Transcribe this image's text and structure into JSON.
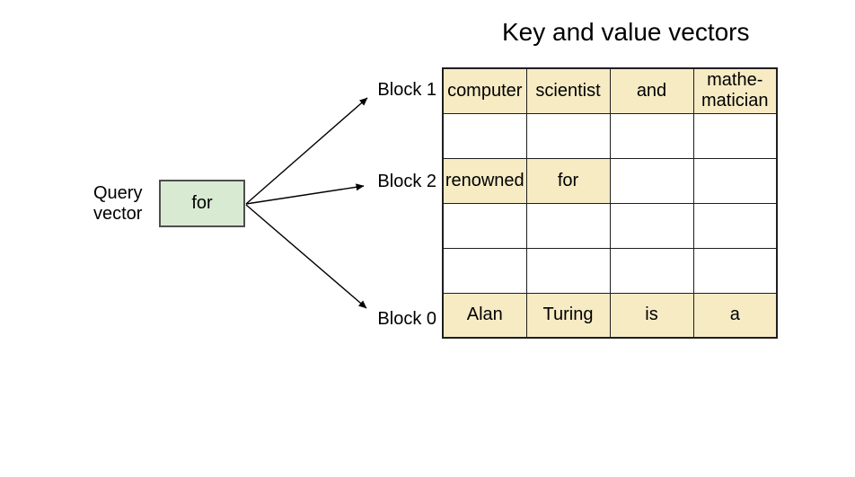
{
  "title": "Key and value vectors",
  "query_vector": {
    "label_lines": [
      "Query",
      "vector"
    ],
    "box_text": "for"
  },
  "block_labels": [
    "Block 1",
    "Block 2",
    "Block 0"
  ],
  "table": {
    "rows": [
      {
        "cells": [
          {
            "text": "computer",
            "highlight": true
          },
          {
            "text": "scientist",
            "highlight": true
          },
          {
            "text": "and",
            "highlight": true
          },
          {
            "text": "mathe-\nmatician",
            "highlight": true
          }
        ]
      },
      {
        "cells": [
          {
            "text": "",
            "highlight": false
          },
          {
            "text": "",
            "highlight": false
          },
          {
            "text": "",
            "highlight": false
          },
          {
            "text": "",
            "highlight": false
          }
        ]
      },
      {
        "cells": [
          {
            "text": "renowned",
            "highlight": true
          },
          {
            "text": "for",
            "highlight": true
          },
          {
            "text": "",
            "highlight": false
          },
          {
            "text": "",
            "highlight": false
          }
        ]
      },
      {
        "cells": [
          {
            "text": "",
            "highlight": false
          },
          {
            "text": "",
            "highlight": false
          },
          {
            "text": "",
            "highlight": false
          },
          {
            "text": "",
            "highlight": false
          }
        ]
      },
      {
        "cells": [
          {
            "text": "",
            "highlight": false
          },
          {
            "text": "",
            "highlight": false
          },
          {
            "text": "",
            "highlight": false
          },
          {
            "text": "",
            "highlight": false
          }
        ]
      },
      {
        "cells": [
          {
            "text": "Alan",
            "highlight": true
          },
          {
            "text": "Turing",
            "highlight": true
          },
          {
            "text": "is",
            "highlight": true
          },
          {
            "text": "a",
            "highlight": true
          }
        ]
      }
    ]
  },
  "colors": {
    "cell_highlight": "#f7ebc4",
    "query_box_fill": "#d9ead3",
    "arrow": "#000000",
    "table_border": "#1e1e1e"
  }
}
